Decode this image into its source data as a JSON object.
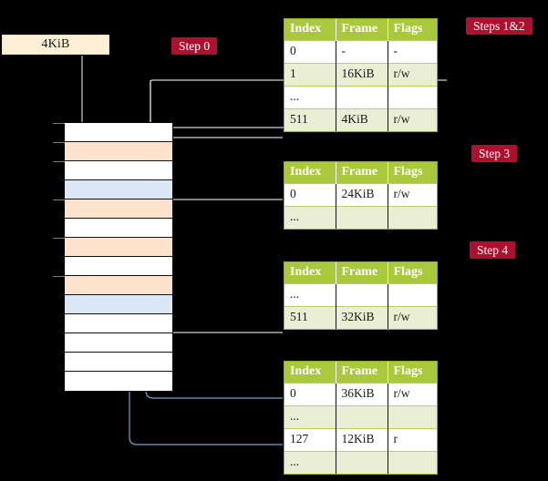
{
  "request": {
    "label": "4KiB"
  },
  "badges": {
    "step0": "Step 0",
    "steps12": "Steps 1&2",
    "step3": "Step 3",
    "step4": "Step 4"
  },
  "memory": {
    "rows": [
      {
        "fill": "white"
      },
      {
        "fill": "orange"
      },
      {
        "fill": "white"
      },
      {
        "fill": "blue"
      },
      {
        "fill": "orange"
      },
      {
        "fill": "white"
      },
      {
        "fill": "orange"
      },
      {
        "fill": "white"
      },
      {
        "fill": "orange"
      },
      {
        "fill": "blue"
      },
      {
        "fill": "white"
      },
      {
        "fill": "white"
      },
      {
        "fill": "white"
      },
      {
        "fill": "white"
      }
    ]
  },
  "tables": [
    {
      "id": "tbl-1",
      "headers": [
        "Index",
        "Frame",
        "Flags"
      ],
      "rows": [
        {
          "cells": [
            "0",
            "-",
            "-"
          ],
          "alt": false,
          "highlight": false
        },
        {
          "cells": [
            "1",
            "16KiB",
            "r/w"
          ],
          "alt": true,
          "highlight": false
        },
        {
          "cells": [
            "...",
            "",
            ""
          ],
          "alt": false,
          "highlight": false
        },
        {
          "cells": [
            "511",
            "4KiB",
            "r/w"
          ],
          "alt": true,
          "highlight": true
        }
      ]
    },
    {
      "id": "tbl-2",
      "headers": [
        "Index",
        "Frame",
        "Flags"
      ],
      "rows": [
        {
          "cells": [
            "0",
            "24KiB",
            "r/w"
          ],
          "alt": false,
          "highlight": false
        },
        {
          "cells": [
            "...",
            "",
            ""
          ],
          "alt": true,
          "highlight": false
        }
      ]
    },
    {
      "id": "tbl-3",
      "headers": [
        "Index",
        "Frame",
        "Flags"
      ],
      "rows": [
        {
          "cells": [
            "...",
            "",
            ""
          ],
          "alt": false,
          "highlight": false
        },
        {
          "cells": [
            "511",
            "32KiB",
            "r/w"
          ],
          "alt": true,
          "highlight": false
        }
      ]
    },
    {
      "id": "tbl-4",
      "headers": [
        "Index",
        "Frame",
        "Flags"
      ],
      "rows": [
        {
          "cells": [
            "0",
            "36KiB",
            "r/w"
          ],
          "alt": false,
          "highlight": false
        },
        {
          "cells": [
            "...",
            "",
            ""
          ],
          "alt": true,
          "highlight": false
        },
        {
          "cells": [
            "127",
            "12KiB",
            "r"
          ],
          "alt": false,
          "highlight": false
        },
        {
          "cells": [
            "...",
            "",
            ""
          ],
          "alt": true,
          "highlight": false
        }
      ]
    }
  ],
  "colors": {
    "badge_background": "#b01030",
    "badge_text": "#ffffff",
    "table_header": "#aac83c",
    "table_alt_row": "#e9eed4",
    "table_highlight": "#fbf7a8",
    "request_box": "#fdf0d5",
    "memory_orange": "#fde3cd",
    "memory_blue": "#dbe7f7",
    "wire_gray": "#cfcfcf",
    "wire_blue": "#7e9fcc",
    "background": "#000000"
  }
}
